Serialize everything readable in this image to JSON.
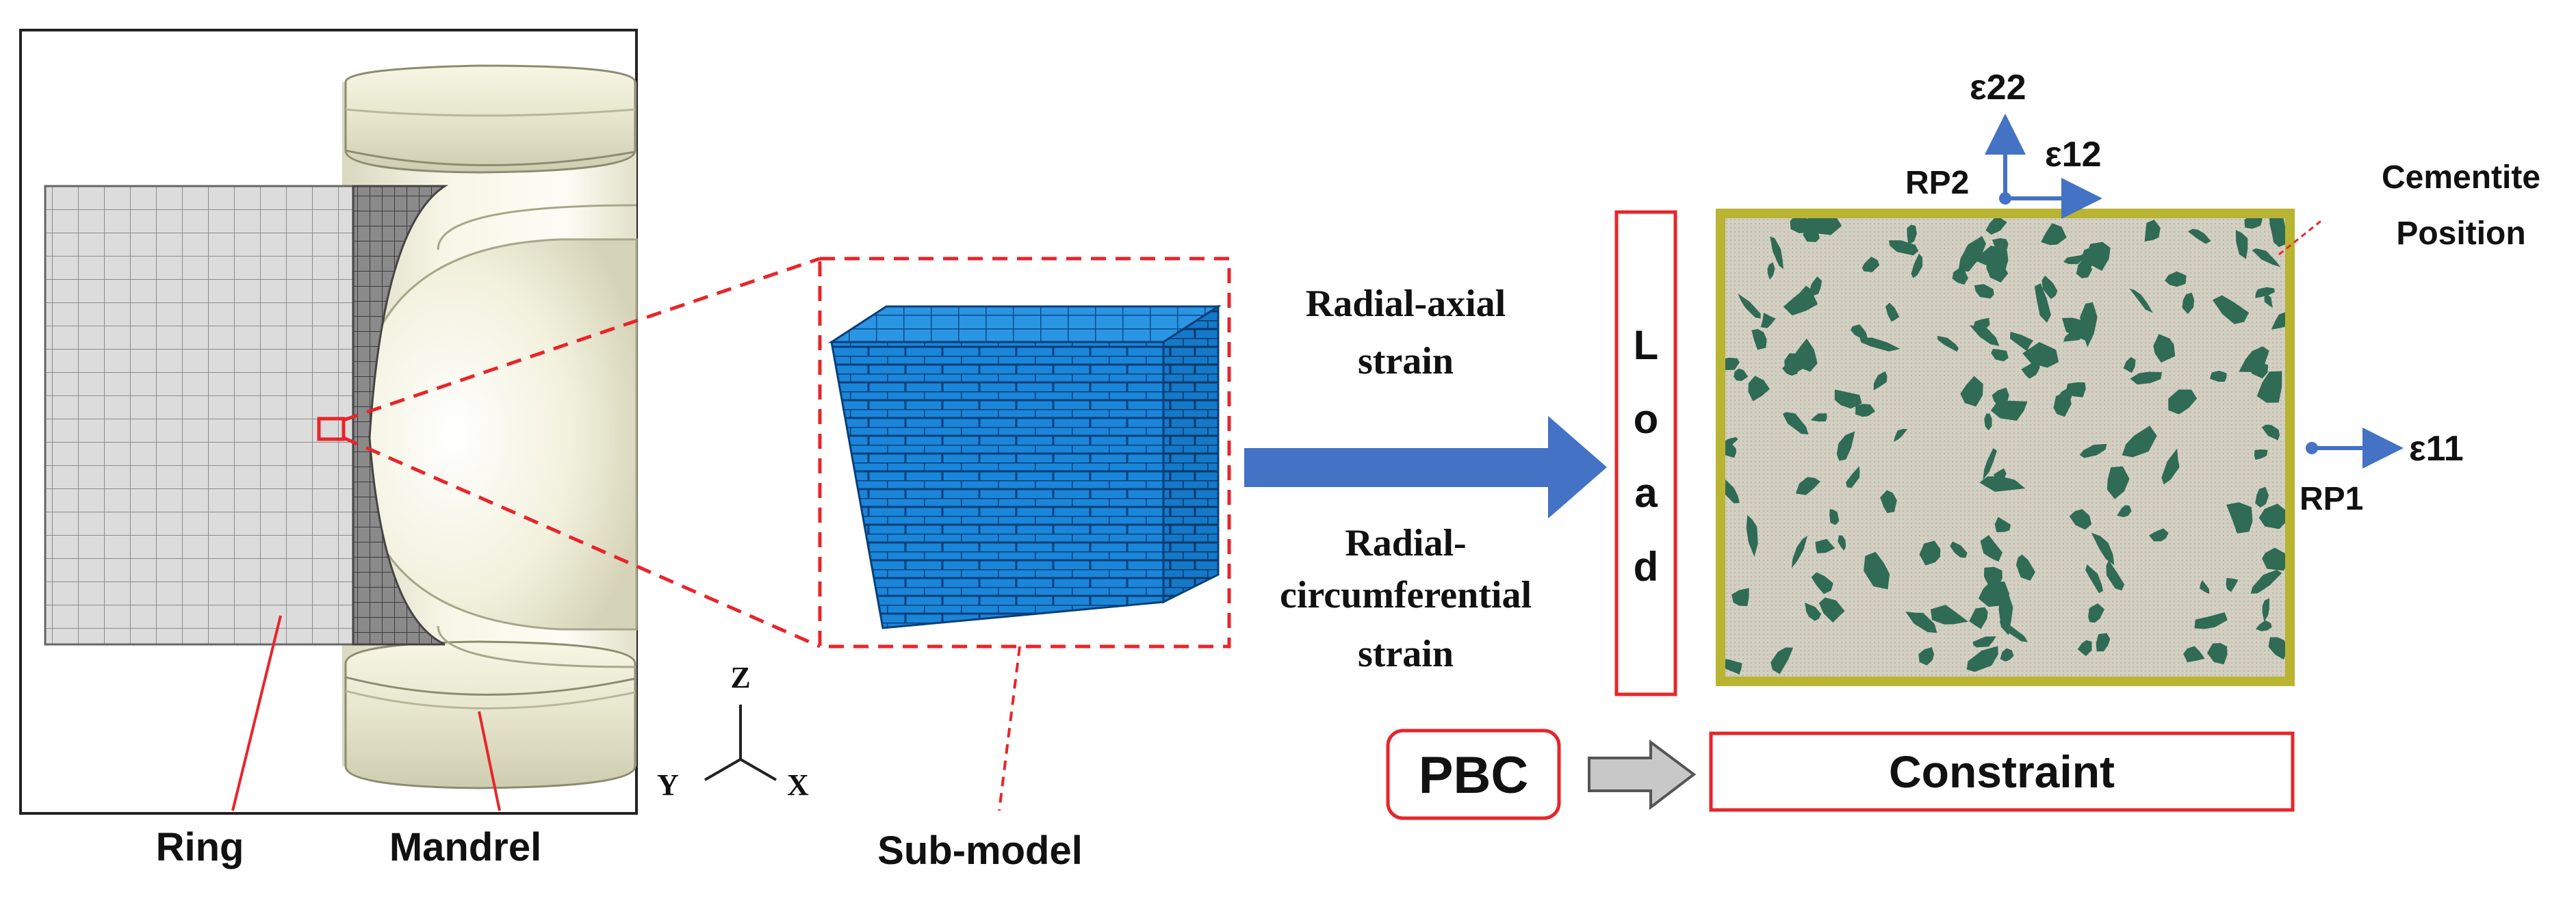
{
  "left_panel": {
    "ring_label": "Ring",
    "mandrel_label": "Mandrel",
    "axes": {
      "z": "Z",
      "y": "Y",
      "x": "X"
    }
  },
  "submodel": {
    "label": "Sub-model"
  },
  "middle": {
    "radial_axial_line1": "Radial-axial",
    "radial_axial_line2": "strain",
    "radial_circ_line1": "Radial-",
    "radial_circ_line2": "circumferential",
    "radial_circ_line3": "strain"
  },
  "load_box": {
    "letters": [
      "L",
      "o",
      "a",
      "d"
    ]
  },
  "pbc": {
    "label": "PBC"
  },
  "constraint": {
    "label": "Constraint"
  },
  "microstructure": {
    "rp2": "RP2",
    "rp1": "RP1",
    "e22": "ε22",
    "e12": "ε12",
    "e11": "ε11",
    "cementite_line1": "Cementite",
    "cementite_line2": "Position"
  },
  "colors": {
    "red": "#e8252a",
    "blue_arrow": "#4472c4",
    "cube_blue": "#1a86d9",
    "matrix": "#cfcbbd",
    "cementite": "#2f6b55",
    "frame": "#b9b431",
    "mandrel": "#f0efd9"
  }
}
